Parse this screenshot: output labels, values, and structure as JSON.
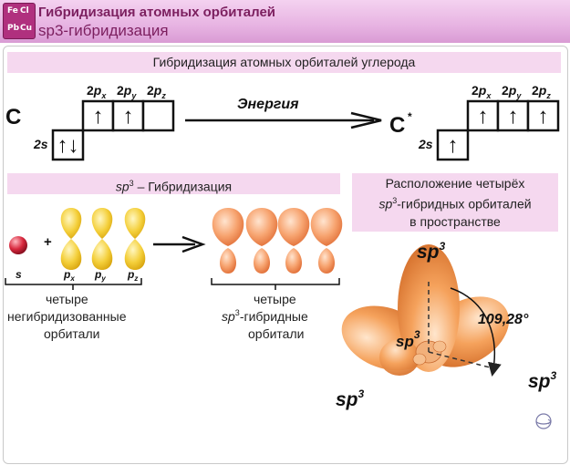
{
  "header": {
    "title": "Гибридизация атомных орбиталей",
    "subtitle": "sp3-гибридизация",
    "logo_letters": [
      "Fe",
      "Cl",
      "Pb",
      "Cu"
    ]
  },
  "diagram": {
    "top_banner": "Гибридизация атомных орбиталей углерода",
    "element_left": "C",
    "element_right": "C",
    "excited_mark": "*",
    "arrow_label": "Энергия",
    "level_2s": "2s",
    "p_labels": [
      {
        "base": "2p",
        "sub": "x"
      },
      {
        "base": "2p",
        "sub": "y"
      },
      {
        "base": "2p",
        "sub": "z"
      }
    ],
    "ground_cells": {
      "s": "↑↓",
      "p": [
        "↑",
        "↑",
        ""
      ]
    },
    "excited_cells": {
      "s": "↑",
      "p": [
        "↑",
        "↑",
        "↑"
      ]
    },
    "sp3_banner": {
      "prefix": "sp",
      "sup": "3",
      "rest": " – Гибридизация"
    },
    "orbital_labels": [
      "s",
      "p",
      "p",
      "p"
    ],
    "orbital_subs": [
      "",
      "x",
      "y",
      "z"
    ],
    "plus": "+",
    "unhybrid_caption": [
      "четыре",
      "негибридизованные",
      "орбитали"
    ],
    "hybrid_caption": {
      "line1": "четыре",
      "line2_prefix": "sp",
      "line2_sup": "3",
      "line2_rest": "-гибридные",
      "line3": "орбитали"
    },
    "right_banner": {
      "line1": "Расположение четырёх",
      "line2_prefix": "sp",
      "line2_sup": "3",
      "line2_rest": "-гибридных орбиталей",
      "line3": "в пространстве"
    },
    "lobe_label": {
      "base": "sp",
      "sup": "3"
    },
    "angle": "109,28°"
  },
  "colors": {
    "title": "#7c1f5f",
    "band": "#f5d8ef",
    "p_orbital": "#f4cf3a",
    "hybrid_lobe": "#f59a6a",
    "s_ball": "#d8283d"
  }
}
